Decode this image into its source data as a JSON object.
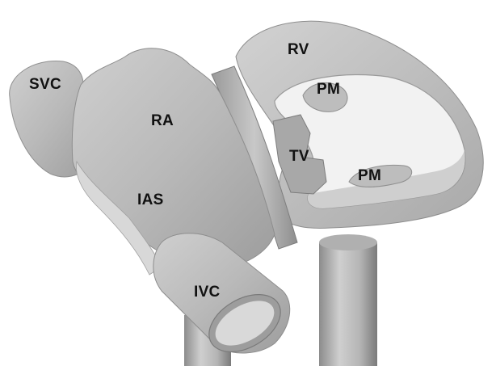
{
  "figure": {
    "labels": {
      "svc": "SVC",
      "ra": "RA",
      "ias": "IAS",
      "ivc": "IVC",
      "rv": "RV",
      "pm_upper": "PM",
      "tv": "TV",
      "pm_lower": "PM"
    }
  }
}
